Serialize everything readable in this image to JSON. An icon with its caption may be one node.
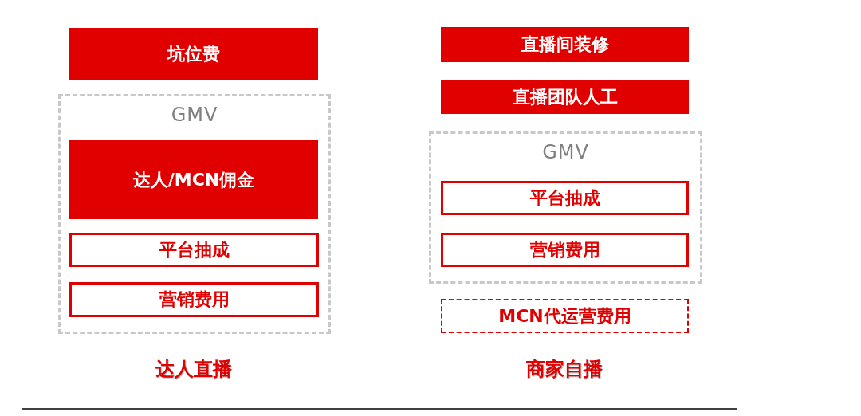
{
  "diagram": {
    "nodes": [
      {
        "text": [
          "坑位费"
        ]
      },
      {
        "text": [
          "GMV"
        ]
      },
      {
        "text": [
          "达人/MCN佣金"
        ],
        "in": 1
      },
      {
        "text": [
          "平台抽成"
        ],
        "in": 1
      },
      {
        "text": [
          "营销费用"
        ],
        "in": 1
      },
      {
        "text": [
          "直播间装修"
        ]
      },
      {
        "text": [
          "直播团队人工"
        ]
      },
      {
        "text": [
          "GMV"
        ]
      },
      {
        "text": [
          "平台抽成"
        ],
        "in": 7
      },
      {
        "text": [
          "营销费用"
        ],
        "in": 7
      },
      {
        "text": [
          "MCN代运营费用"
        ]
      }
    ],
    "edges": [],
    "labels": [
      "达人直播",
      "商家自播"
    ]
  }
}
